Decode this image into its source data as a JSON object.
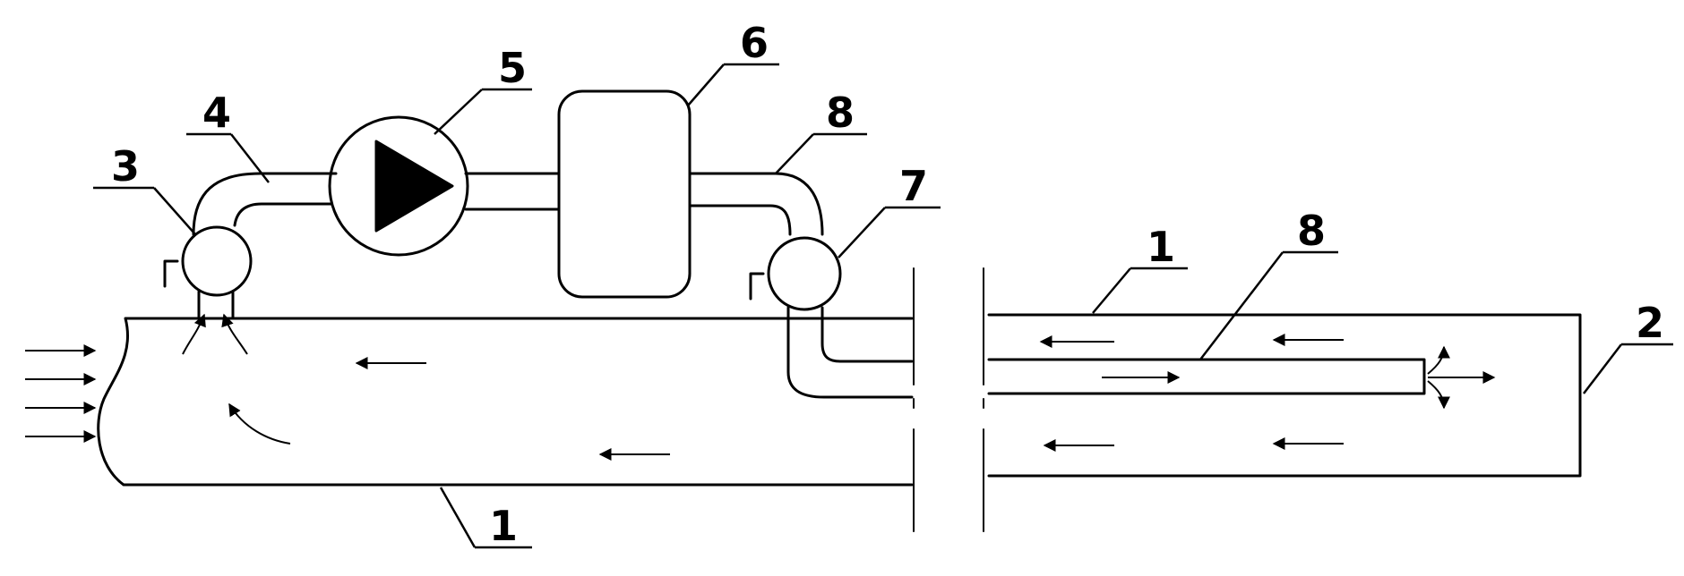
{
  "labels": {
    "pipe_main_bottom": "1",
    "pipe_right_top": "1",
    "dead_end": "2",
    "valve_left": "3",
    "pipe_suction": "4",
    "pump": "5",
    "unit": "6",
    "valve_right": "7",
    "pipe_return_top": "8",
    "pipe_return_inner": "8"
  }
}
